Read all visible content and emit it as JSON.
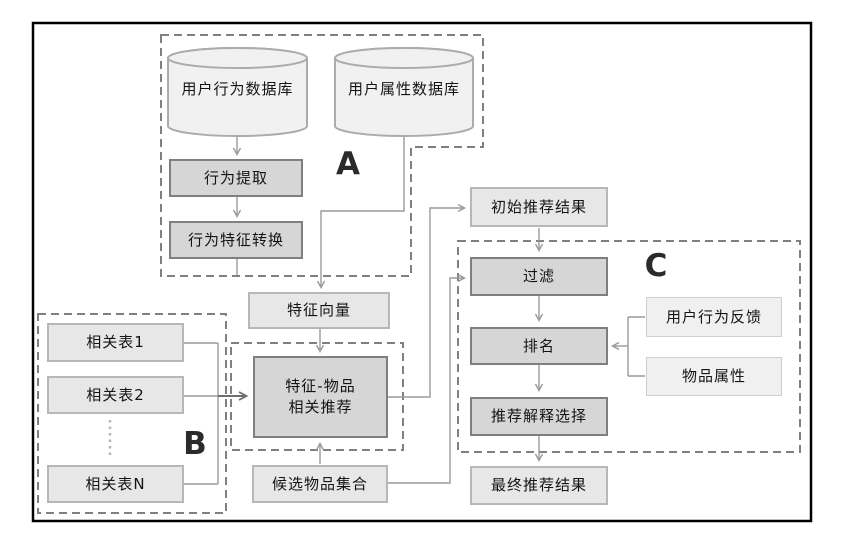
{
  "diagram": {
    "type": "flowchart",
    "sections": {
      "a": {
        "label": "A"
      },
      "b": {
        "label": "B"
      },
      "c": {
        "label": "C"
      }
    },
    "nodes": {
      "user_behavior_db": {
        "label": "用户行为数据库",
        "shape": "cylinder"
      },
      "user_attribute_db": {
        "label": "用户属性数据库",
        "shape": "cylinder"
      },
      "behavior_extraction": {
        "label": "行为提取"
      },
      "behavior_feature_conversion": {
        "label": "行为特征转换"
      },
      "feature_vector": {
        "label": "特征向量"
      },
      "related_table_1": {
        "label": "相关表1"
      },
      "related_table_2": {
        "label": "相关表2"
      },
      "related_table_n": {
        "label": "相关表N"
      },
      "feature_item_recommendation": {
        "label_line1": "特征-物品",
        "label_line2": "相关推荐"
      },
      "candidate_item_set": {
        "label": "候选物品集合"
      },
      "initial_recommendation_result": {
        "label": "初始推荐结果"
      },
      "filter": {
        "label": "过滤"
      },
      "ranking": {
        "label": "排名"
      },
      "recommendation_explanation_selection": {
        "label": "推荐解释选择"
      },
      "final_recommendation_result": {
        "label": "最终推荐结果"
      },
      "user_behavior_feedback": {
        "label": "用户行为反馈"
      },
      "item_attributes": {
        "label": "物品属性"
      }
    },
    "edges": [
      {
        "from": "user_behavior_db",
        "to": "behavior_extraction"
      },
      {
        "from": "behavior_extraction",
        "to": "behavior_feature_conversion"
      },
      {
        "from": "behavior_feature_conversion",
        "to": "feature_vector"
      },
      {
        "from": "user_attribute_db",
        "to": "feature_vector"
      },
      {
        "from": "feature_vector",
        "to": "feature_item_recommendation"
      },
      {
        "from": "related_table_1",
        "to": "feature_item_recommendation"
      },
      {
        "from": "related_table_2",
        "to": "feature_item_recommendation"
      },
      {
        "from": "related_table_n",
        "to": "feature_item_recommendation"
      },
      {
        "from": "candidate_item_set",
        "to": "feature_item_recommendation"
      },
      {
        "from": "candidate_item_set",
        "to": "filter"
      },
      {
        "from": "feature_item_recommendation",
        "to": "initial_recommendation_result"
      },
      {
        "from": "initial_recommendation_result",
        "to": "filter"
      },
      {
        "from": "filter",
        "to": "ranking"
      },
      {
        "from": "ranking",
        "to": "recommendation_explanation_selection"
      },
      {
        "from": "recommendation_explanation_selection",
        "to": "final_recommendation_result"
      },
      {
        "from": "user_behavior_feedback",
        "to": "ranking"
      },
      {
        "from": "item_attributes",
        "to": "ranking"
      }
    ],
    "colors": {
      "background": "#ffffff",
      "frame_border": "#000000",
      "process_box_fill": "#d6d6d6",
      "process_box_border": "#7f7f7f",
      "data_box_fill": "#e7e7e7",
      "data_box_border": "#b7b7b7",
      "side_box_fill": "#f0f0f0",
      "side_box_border": "#cfcfcf",
      "cylinder_fill": "#f1f1f1",
      "cylinder_border": "#ababab",
      "dashed_group_border": "#808080",
      "connector": "#9a9a9a",
      "connector_dark": "#6e6e6e",
      "text": "#141414"
    }
  }
}
